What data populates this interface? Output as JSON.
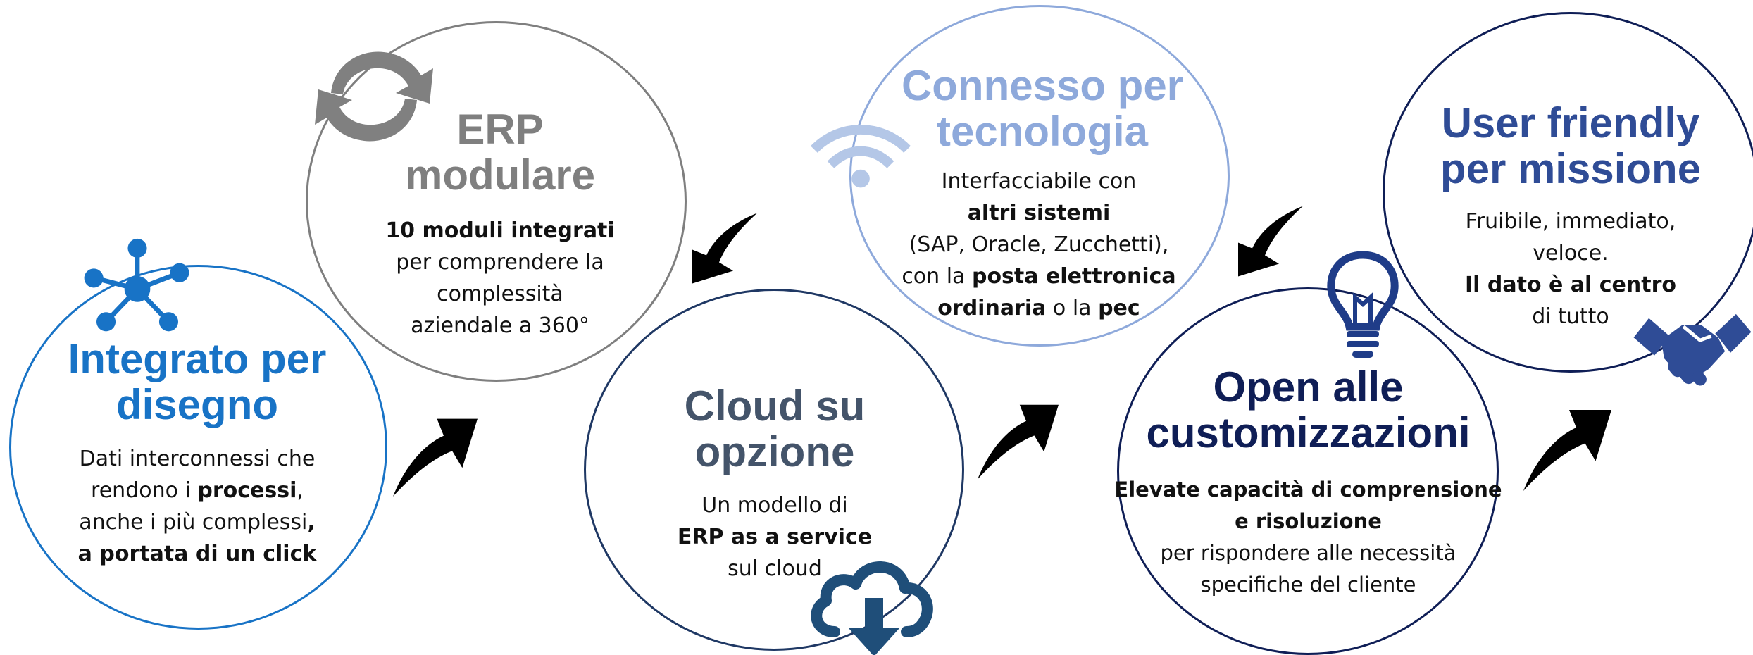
{
  "colors": {
    "integrato": "#1873C6",
    "erp": "#7F7F7F",
    "cloud": "#44546A",
    "connesso": "#8EA9DB",
    "open": "#0F1E56",
    "user": "#2F4C96",
    "arrow": "#000000",
    "text": "#111111"
  },
  "steps": [
    {
      "id": "integrato",
      "title_lines": [
        "Integrato per",
        "disegno"
      ],
      "body_lines": [
        [
          {
            "t": "Dati interconnessi che"
          }
        ],
        [
          {
            "t": "rendono i "
          },
          {
            "t": "processi",
            "b": true
          },
          {
            "t": ","
          }
        ],
        [
          {
            "t": "anche i più complessi"
          },
          {
            "t": ",",
            "b": true
          }
        ],
        [
          {
            "t": "a portata di un click",
            "b": true
          }
        ]
      ],
      "icon": "network-nodes-icon"
    },
    {
      "id": "erp",
      "title_lines": [
        "ERP",
        "modulare"
      ],
      "body_lines": [
        [
          {
            "t": "10 moduli integrati",
            "b": true
          }
        ],
        [
          {
            "t": "per comprendere la"
          }
        ],
        [
          {
            "t": "complessità"
          }
        ],
        [
          {
            "t": "aziendale a 360°"
          }
        ]
      ],
      "icon": "sync-arrows-icon"
    },
    {
      "id": "cloud",
      "title_lines": [
        "Cloud su",
        "opzione"
      ],
      "body_lines": [
        [
          {
            "t": "Un modello di"
          }
        ],
        [
          {
            "t": "ERP as a service",
            "b": true
          }
        ],
        [
          {
            "t": "sul cloud"
          }
        ]
      ],
      "icon": "cloud-download-icon"
    },
    {
      "id": "connesso",
      "title_lines": [
        "Connesso per",
        "tecnologia"
      ],
      "body_lines": [
        [
          {
            "t": "Interfacciabile con"
          }
        ],
        [
          {
            "t": "altri sistemi",
            "b": true
          }
        ],
        [
          {
            "t": "(SAP, Oracle, Zucchetti),"
          }
        ],
        [
          {
            "t": "con la "
          },
          {
            "t": "posta elettronica",
            "b": true
          }
        ],
        [
          {
            "t": "ordinaria",
            "b": true
          },
          {
            "t": " o la "
          },
          {
            "t": "pec",
            "b": true
          }
        ]
      ],
      "icon": "wifi-icon"
    },
    {
      "id": "open",
      "title_lines": [
        "Open alle",
        "customizzazioni"
      ],
      "body_lines": [
        [
          {
            "t": "Elevate capacità di comprensione",
            "b": true
          }
        ],
        [
          {
            "t": "e risoluzione",
            "b": true
          }
        ],
        [
          {
            "t": "per rispondere alle necessità"
          }
        ],
        [
          {
            "t": "specifiche del cliente"
          }
        ]
      ],
      "icon": "lightbulb-icon"
    },
    {
      "id": "user",
      "title_lines": [
        "User friendly",
        "per missione"
      ],
      "body_lines": [
        [
          {
            "t": "Fruibile, immediato,"
          }
        ],
        [
          {
            "t": "veloce."
          }
        ],
        [
          {
            "t": "Il dato è al centro",
            "b": true
          }
        ],
        [
          {
            "t": "di tutto"
          }
        ]
      ],
      "icon": "handshake-icon"
    }
  ]
}
